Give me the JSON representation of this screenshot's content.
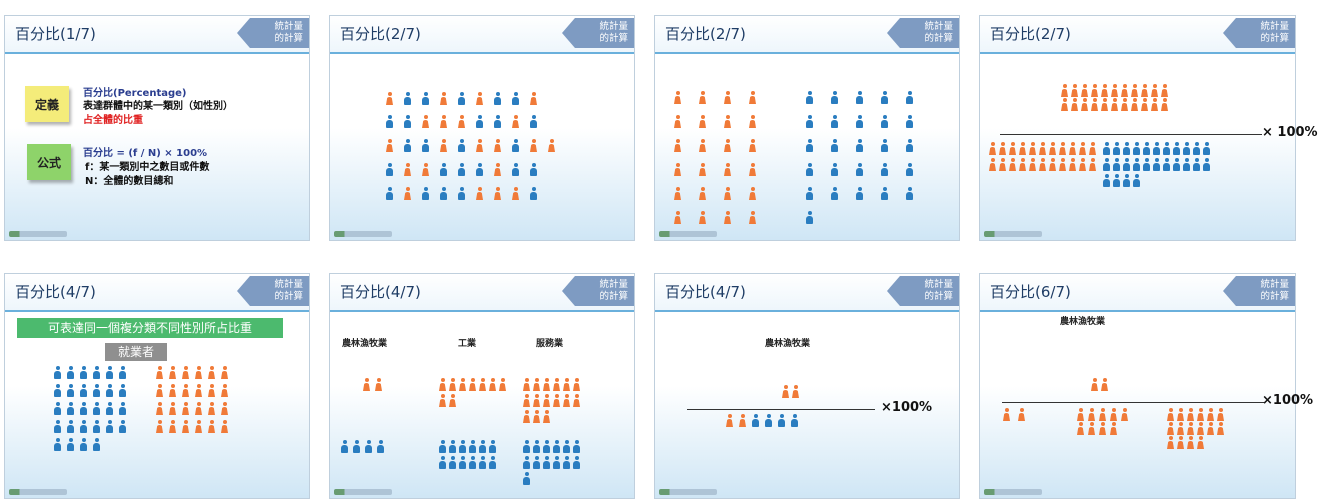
{
  "common": {
    "badge": "統計量的計算",
    "badge_line1": "統計量",
    "badge_line2": "的計算"
  },
  "slides": [
    {
      "title": "百分比(1/7)",
      "def_label": "定義",
      "def_line1": "百分比(Percentage)",
      "def_line2": "表達群體中的某一類別（如性別）",
      "def_line3": "占全體的比重",
      "formula_label": "公式",
      "formula_line1": "百分比 = (f / N) × 100%",
      "formula_line2": "f：某一類別中之數目或件數",
      "formula_line3": "N：全體的數目總和"
    },
    {
      "title": "百分比(2/7)"
    },
    {
      "title": "百分比(2/7)"
    },
    {
      "title": "百分比(2/7)",
      "multiplier": "× 100%"
    },
    {
      "title": "百分比(4/7)",
      "banner": "可表達同一個複分類不同性別所占比重",
      "subbanner": "就業者"
    },
    {
      "title": "百分比(4/7)",
      "col1": "農林漁牧業",
      "col2": "工業",
      "col3": "服務業"
    },
    {
      "title": "百分比(4/7)",
      "heading": "農林漁牧業",
      "multiplier": "×100%"
    },
    {
      "title": "百分比(6/7)",
      "heading": "農林漁牧業",
      "multiplier": "×100%"
    }
  ],
  "colors": {
    "female": "#f07a38",
    "male": "#2a7dc0",
    "header_line": "#6ab0dc",
    "badge": "#7e9bc2"
  }
}
